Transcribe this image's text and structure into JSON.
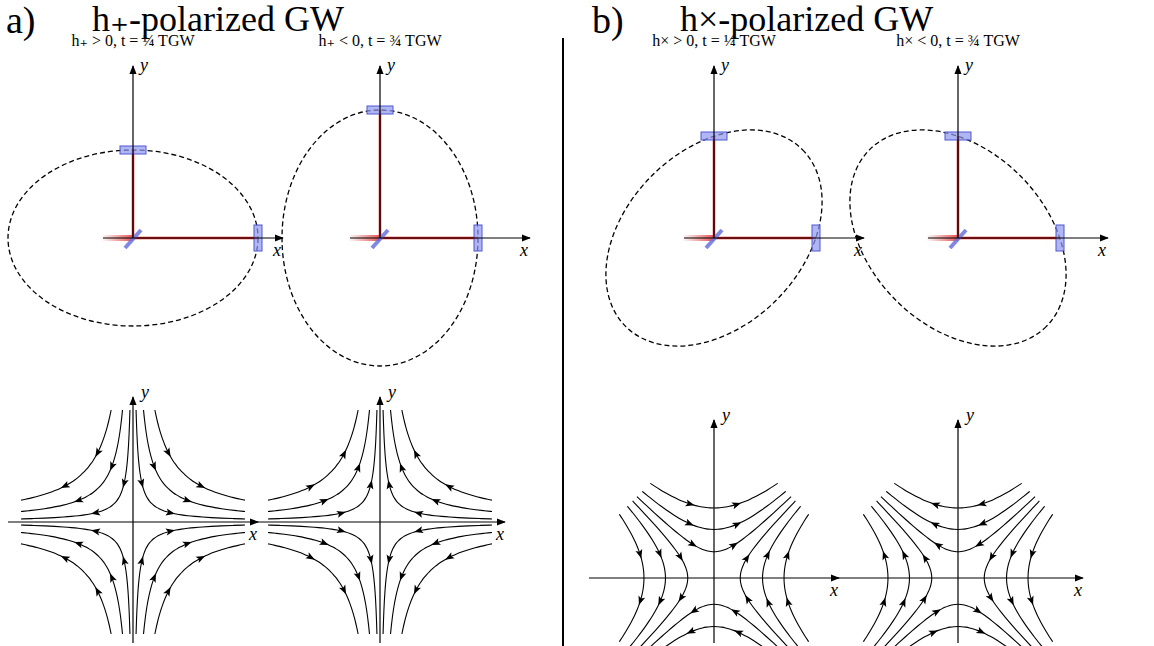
{
  "diagram": {
    "labels": [
      "a)",
      "h₊-polarized GW",
      "b)",
      "h×-polarized GW",
      "h₊ > 0, t = ¼ TGW",
      "h₊ < 0, t = ¾ TGW",
      "h× > 0, t = ¼ TGW",
      "h× < 0, t = ¾ TGW",
      "y",
      "x",
      "y",
      "x",
      "y",
      "x",
      "y",
      "x",
      "y",
      "x",
      "y",
      "x",
      "y",
      "x",
      "y",
      "x"
    ]
  }
}
